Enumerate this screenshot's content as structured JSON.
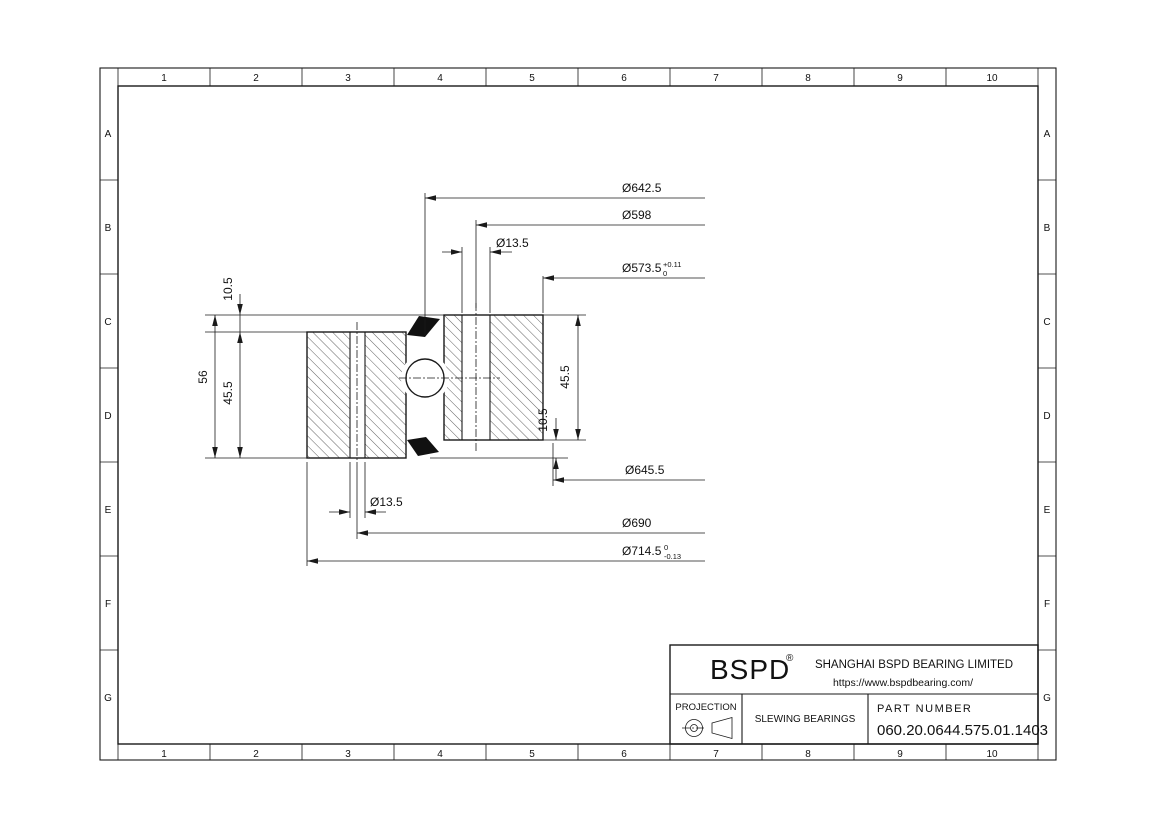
{
  "sheet": {
    "columns": [
      "1",
      "2",
      "3",
      "4",
      "5",
      "6",
      "7",
      "8",
      "9",
      "10"
    ],
    "rows": [
      "A",
      "B",
      "C",
      "D",
      "E",
      "F",
      "G"
    ]
  },
  "dims": {
    "dia_642_5": "Ø642.5",
    "dia_598": "Ø598",
    "dia_13_5_top": "Ø13.5",
    "dia_573_5": "Ø573.5",
    "dia_573_5_tol_up": "+0.11",
    "dia_573_5_tol_low": "0",
    "dia_645_5": "Ø645.5",
    "dia_690": "Ø690",
    "dia_714_5": "Ø714.5",
    "dia_714_5_tol_up": "0",
    "dia_714_5_tol_low": "-0.13",
    "dia_13_5_bottom": "Ø13.5",
    "h_10_5_left": "10.5",
    "h_56": "56",
    "h_45_5_left": "45.5",
    "h_45_5_right": "45.5",
    "h_10_5_right": "10.5"
  },
  "title_block": {
    "brand": "BSPD",
    "registered": "®",
    "company": "SHANGHAI BSPD BEARING LIMITED",
    "website": "https://www.bspdbearing.com/",
    "projection_label": "PROJECTION",
    "product": "SLEWING BEARINGS",
    "part_number_label": "PART  NUMBER",
    "part_number": "060.20.0644.575.01.1403"
  }
}
